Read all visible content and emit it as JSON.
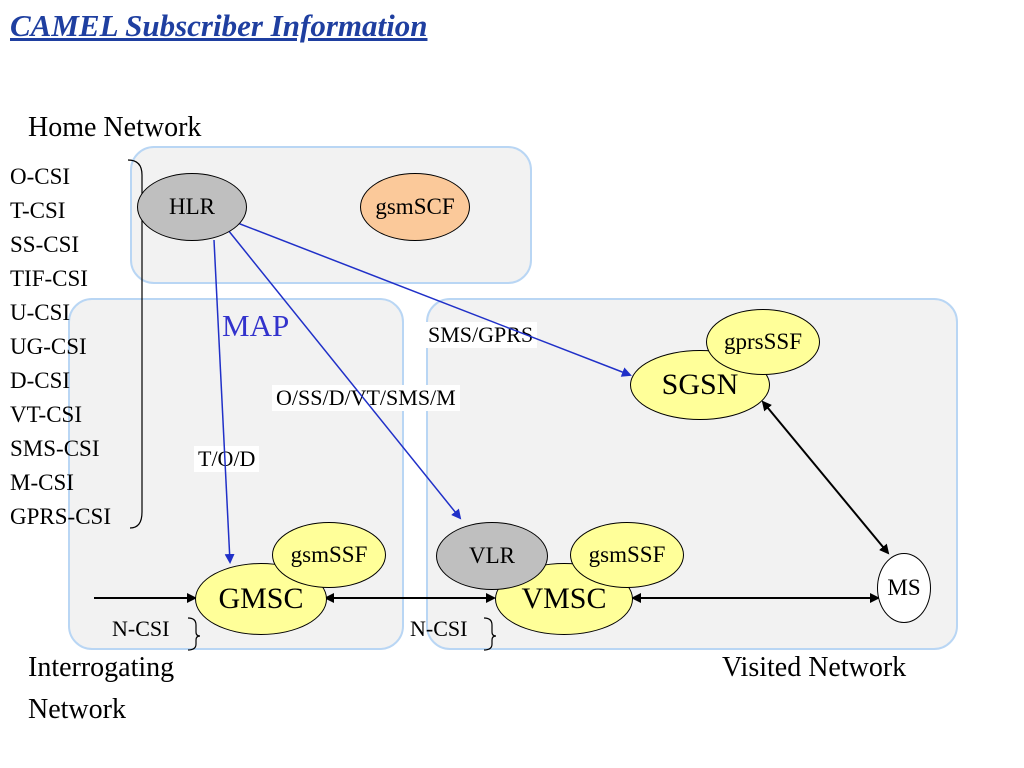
{
  "title": "CAMEL Subscriber Information",
  "regions": {
    "home": "Home Network",
    "interrogating_line1": "Interrogating",
    "interrogating_line2": "Network",
    "visited": "Visited Network"
  },
  "csi_list": [
    "O-CSI",
    "T-CSI",
    "SS-CSI",
    "TIF-CSI",
    "U-CSI",
    "UG-CSI",
    "D-CSI",
    "VT-CSI",
    "SMS-CSI",
    "M-CSI",
    "GPRS-CSI"
  ],
  "nodes": {
    "hlr": "HLR",
    "gsmscf": "gsmSCF",
    "gprsssf": "gprsSSF",
    "sgsn": "SGSN",
    "gmsc_gsmssf": "gsmSSF",
    "gmsc": "GMSC",
    "vlr": "VLR",
    "vmsc_gsmssf": "gsmSSF",
    "vmsc": "VMSC",
    "ms": "MS"
  },
  "labels": {
    "map": "MAP",
    "sms_gprs": "SMS/GPRS",
    "o_ss_d": "O/SS/D/VT/SMS/M",
    "t_o_d": "T/O/D",
    "ncsi_gmsc": "N-CSI",
    "ncsi_vmsc": "N-CSI"
  },
  "colors": {
    "title": "#1f3fa0",
    "map_text": "#3333cc",
    "map_arrow": "#2030c8",
    "region_border": "#b9d6f4",
    "region_fill": "#f2f2f2",
    "hlr_fill": "#bfbfbf",
    "vlr_fill": "#bfbfbf",
    "gsmscf_fill": "#fbc99a",
    "ssf_fill": "#ffff99",
    "msc_fill": "#ffff99",
    "ms_fill": "#ffffff"
  }
}
